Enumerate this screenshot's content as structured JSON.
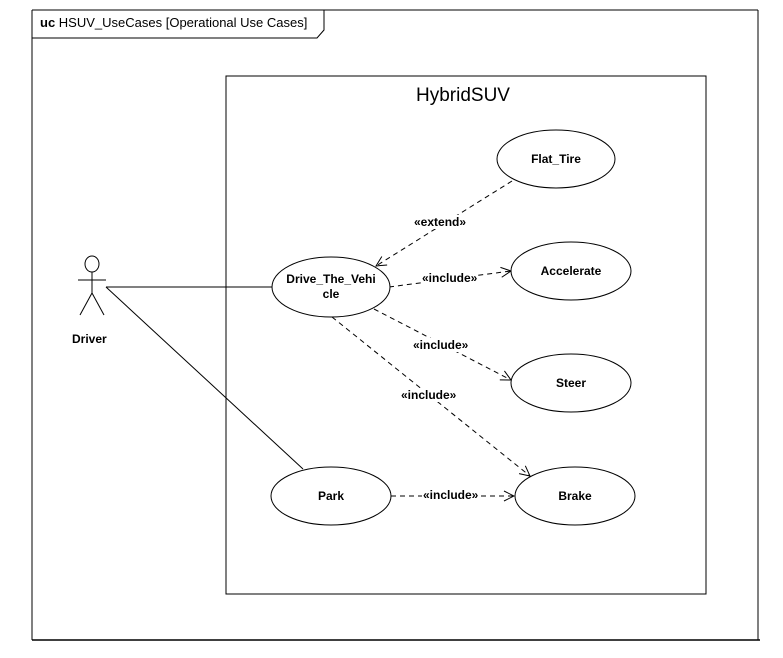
{
  "frame": {
    "keyword": "uc",
    "name": "HSUV_UseCases [Operational Use Cases]"
  },
  "system": {
    "name": "HybridSUV"
  },
  "actor": {
    "name": "Driver"
  },
  "use_cases": {
    "flat_tire": "Flat_Tire",
    "drive_line1": "Drive_The_Vehi",
    "drive_line2": "cle",
    "accelerate": "Accelerate",
    "steer": "Steer",
    "park": "Park",
    "brake": "Brake"
  },
  "relationships": {
    "extend": "«extend»",
    "include_accelerate": "«include»",
    "include_steer": "«include»",
    "include_brake": "«include»",
    "include_park_brake": "«include»"
  }
}
